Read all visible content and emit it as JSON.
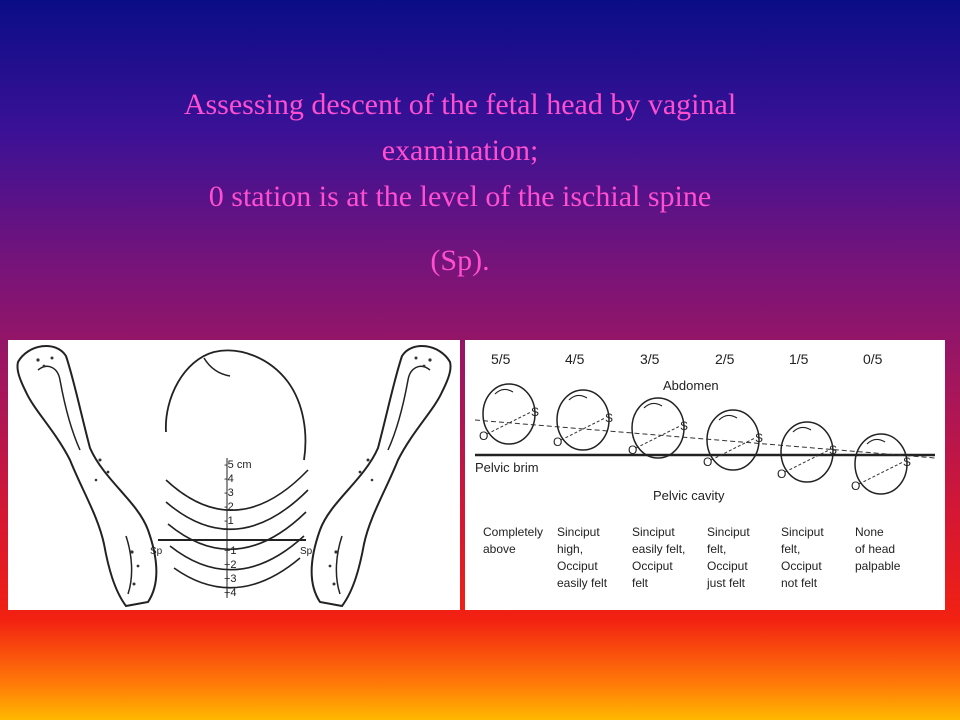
{
  "slide": {
    "title_lines": [
      "Assessing descent of the fetal head by vaginal",
      "examination;",
      "0 station is at the level of the ischial spine",
      "(Sp)."
    ]
  },
  "left_diagram": {
    "spine_label_left": "Sp",
    "spine_label_right": "Sp",
    "station_labels": [
      "-5 cm",
      "-4",
      "-3",
      "-2",
      "-1",
      "+1",
      "+2",
      "+3",
      "+4"
    ]
  },
  "right_diagram": {
    "fractions": [
      "5/5",
      "4/5",
      "3/5",
      "2/5",
      "1/5",
      "0/5"
    ],
    "abdomen_label": "Abdomen",
    "pelvic_brim_label": "Pelvic brim",
    "pelvic_cavity_label": "Pelvic cavity",
    "s_label": "S",
    "o_label": "O",
    "descriptions": [
      [
        "Completely",
        "above"
      ],
      [
        "Sinciput",
        "high,",
        "Occiput",
        "easily felt"
      ],
      [
        "Sinciput",
        "easily felt,",
        "Occiput",
        "felt"
      ],
      [
        "Sinciput",
        "felt,",
        "Occiput",
        "just felt"
      ],
      [
        "Sinciput",
        "felt,",
        "Occiput",
        "not felt"
      ],
      [
        "None",
        "of head",
        "palpable"
      ]
    ]
  }
}
